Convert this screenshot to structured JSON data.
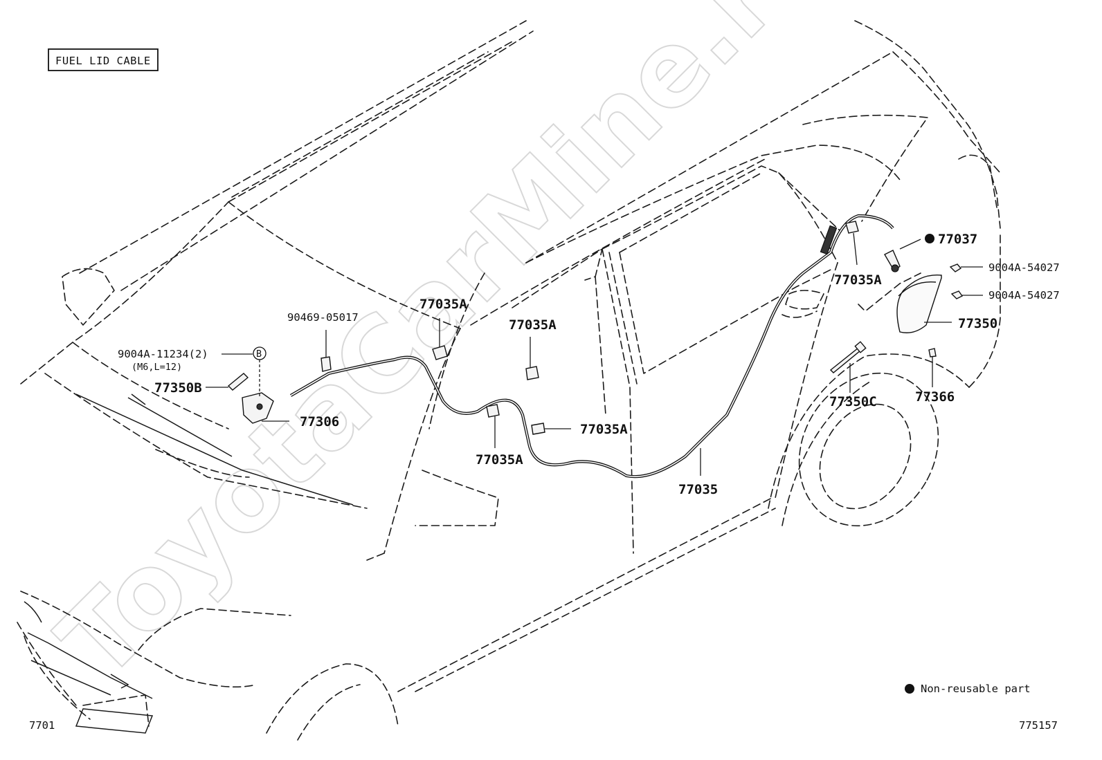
{
  "title": "FUEL LID CABLE",
  "watermark": "ToyotaCarMine.ru",
  "labels": {
    "p90469": "90469-05017",
    "p9004A_11234": "9004A-11234(2)",
    "p9004A_11234_spec": "(M6,L=12)",
    "bolt_marker": "B",
    "p77350B": "77350B",
    "p77306": "77306",
    "clip_top": "77035A",
    "clip_mid": "77035A",
    "clip_low": "77035A",
    "clip_side": "77035A",
    "clip_rear": "77035A",
    "p77035": "77035",
    "p77037": "77037",
    "p9004A_54027_a": "9004A-54027",
    "p9004A_54027_b": "9004A-54027",
    "p77350": "77350",
    "p77350C": "77350C",
    "p77366": "77366"
  },
  "legend": {
    "non_reusable": "Non-reusable part"
  },
  "footer": {
    "left_code": "7701",
    "right_code": "775157"
  }
}
